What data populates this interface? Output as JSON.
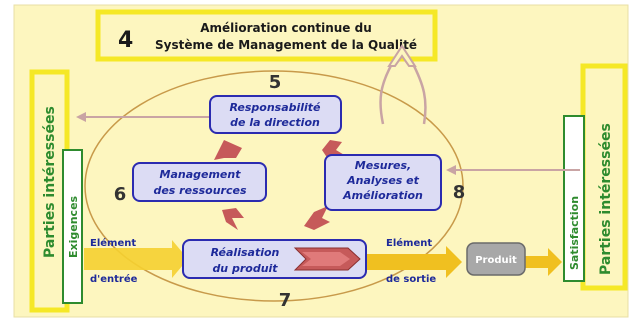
{
  "header": {
    "number": "4",
    "title_line1": "Amélioration continue du",
    "title_line2": "Système de Management de la Qualité"
  },
  "left_panel": {
    "outer_label": "Parties intéressées",
    "inner_label": "Exigences"
  },
  "right_panel": {
    "outer_label": "Parties intéressées",
    "inner_label": "Satisfaction"
  },
  "processes": {
    "responsabilite": {
      "number": "5",
      "line1": "Responsabilité",
      "line2": "de la direction"
    },
    "ressources": {
      "number": "6",
      "line1": "Management",
      "line2": "des ressources"
    },
    "mesures": {
      "number": "8",
      "line1": "Mesures,",
      "line2": "Analyses et",
      "line3": "Amélioration"
    },
    "realisation": {
      "number": "7",
      "line1": "Réalisation",
      "line2": "du produit"
    }
  },
  "flow": {
    "input_line1": "Elément",
    "input_line2": "d'entrée",
    "output_line1": "Elément",
    "output_line2": "de sortie",
    "product": "Produit"
  },
  "colors": {
    "background": "#fdf6bf",
    "yellow": "#f5e826",
    "green": "#2e8b2e",
    "box_fill": "#dcdcf4",
    "box_stroke": "#2b2bb0",
    "box_text": "#1e2a9a",
    "arrow_red": "#c65a5a",
    "feedback": "#c9a4a4",
    "ellipse": "#c89a4a",
    "flow_yellow": "#f0c020",
    "product_fill": "#a8a8a8"
  }
}
